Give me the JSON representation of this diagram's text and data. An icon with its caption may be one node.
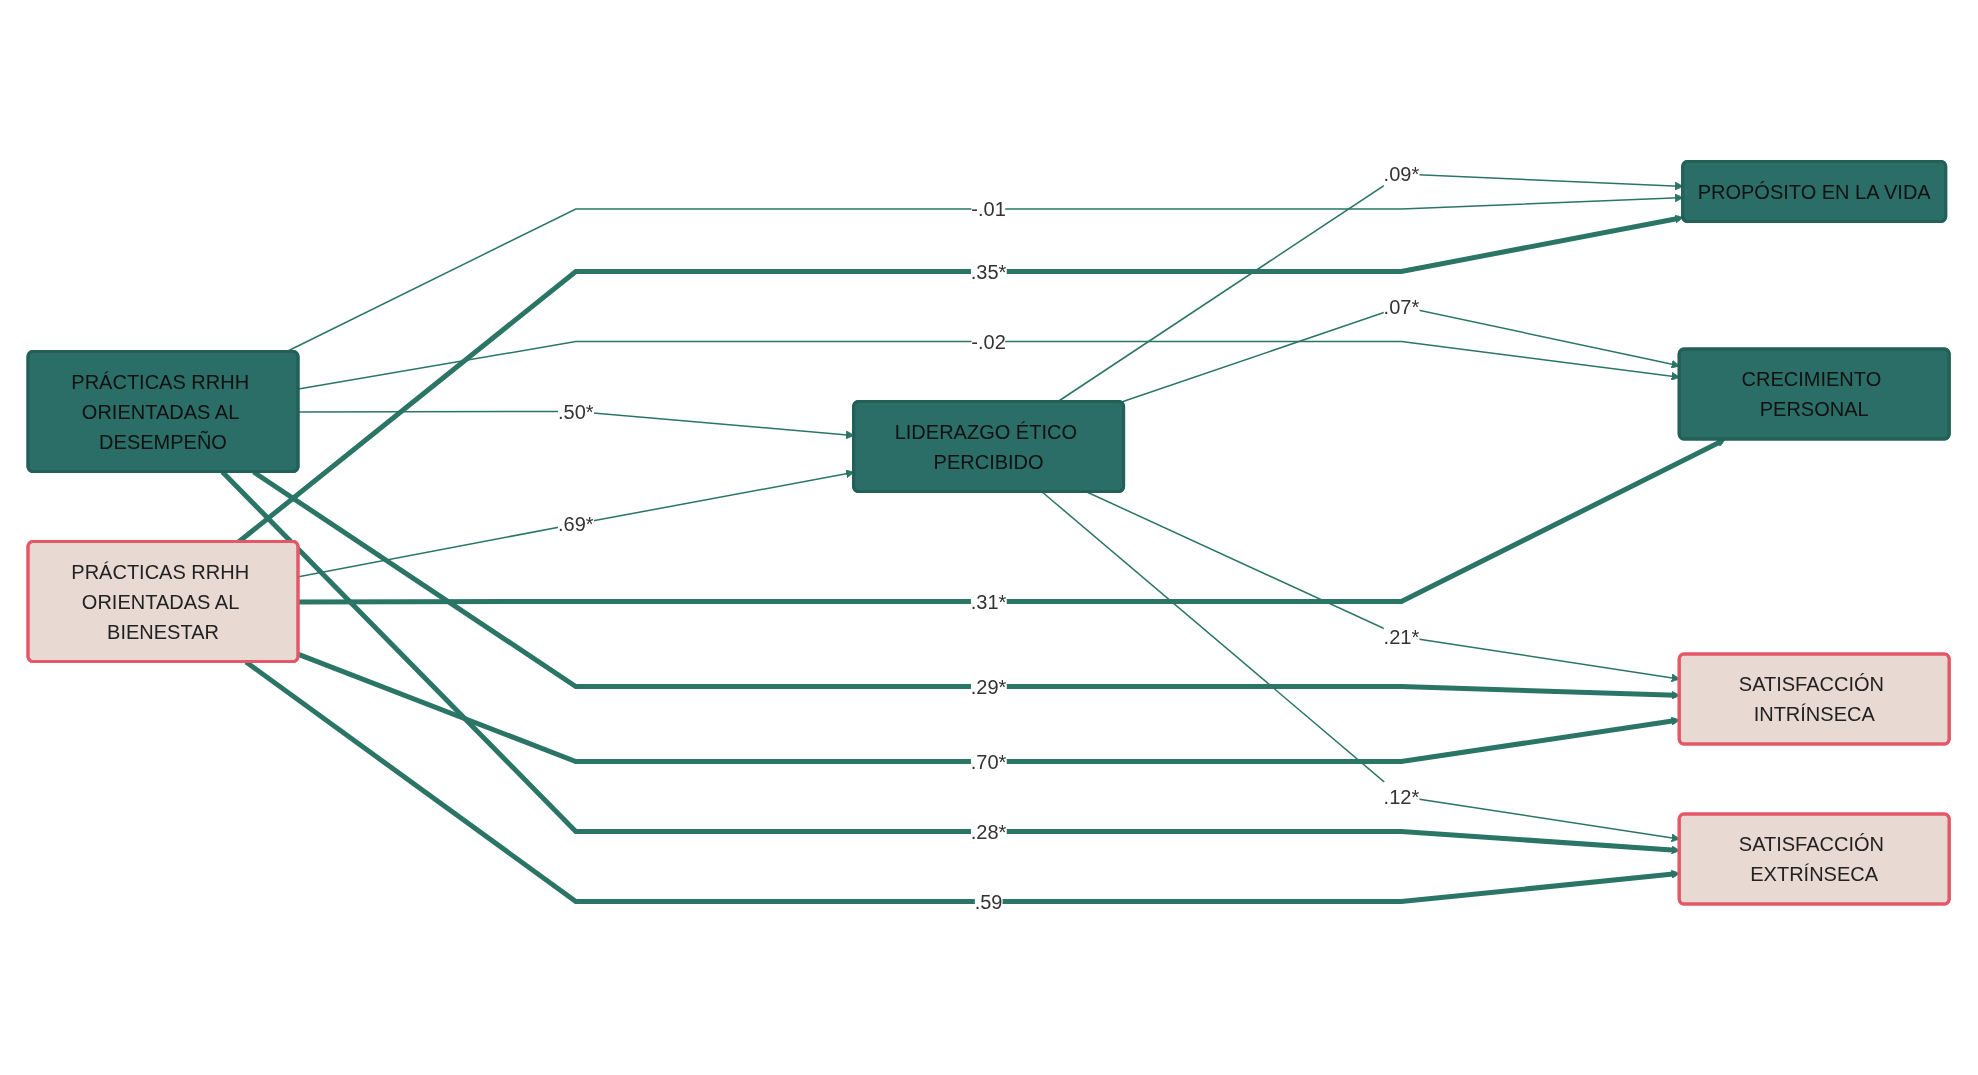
{
  "diagram": {
    "nodes": [
      {
        "text": [
          "PRÁCTICAS RRHH ORIENTADAS AL DESEMPEÑO"
        ]
      },
      {
        "text": [
          "PRÁCTICAS RRHH ORIENTADAS AL BIENESTAR"
        ]
      },
      {
        "text": [
          "LIDERAZGO ÉTICO PERCIBIDO"
        ]
      },
      {
        "text": [
          "PROPÓSITO EN LA VIDA"
        ]
      },
      {
        "text": [
          "CRECIMIENTO PERSONAL"
        ]
      },
      {
        "text": [
          "SATISFACCIÓN INTRÍNSECA"
        ]
      },
      {
        "text": [
          "SATISFACCIÓN EXTRÍNSECA"
        ]
      }
    ],
    "edges": [
      {
        "from": 0,
        "to": 2,
        "arrow": "to",
        "label": ".50*"
      },
      {
        "from": 1,
        "to": 2,
        "arrow": "to",
        "label": ".69*"
      },
      {
        "from": 2,
        "to": 3,
        "arrow": "to",
        "label": ".09*"
      },
      {
        "from": 2,
        "to": 4,
        "arrow": "to",
        "label": ".07*"
      },
      {
        "from": 2,
        "to": 5,
        "arrow": "to",
        "label": ".21*"
      },
      {
        "from": 2,
        "to": 6,
        "arrow": "to",
        "label": ".12*"
      },
      {
        "from": 0,
        "to": 3,
        "arrow": "to",
        "label": "-.01"
      },
      {
        "from": 0,
        "to": 4,
        "arrow": "to",
        "label": "-.02"
      },
      {
        "from": 0,
        "to": 5,
        "arrow": "to",
        "label": ".29*",
        "style": "thick"
      },
      {
        "from": 0,
        "to": 6,
        "arrow": "to",
        "label": ".28*",
        "style": "thick"
      },
      {
        "from": 1,
        "to": 3,
        "arrow": "to",
        "label": ".35*",
        "style": "thick"
      },
      {
        "from": 1,
        "to": 4,
        "arrow": "to",
        "label": ".31*",
        "style": "thick"
      },
      {
        "from": 1,
        "to": 5,
        "arrow": "to",
        "label": ".70*",
        "style": "thick"
      },
      {
        "from": 1,
        "to": 6,
        "arrow": "to",
        "label": ".59",
        "style": "thick"
      }
    ]
  }
}
